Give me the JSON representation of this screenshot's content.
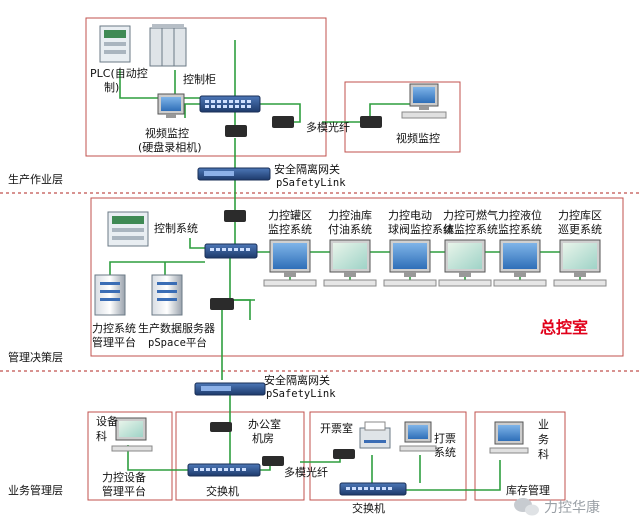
{
  "layers": {
    "production": "生产作业层",
    "management": "管理决策层",
    "business": "业务管理层"
  },
  "production": {
    "plc_line1": "PLC(自动控",
    "plc_line2": "制)",
    "control_cabinet": "控制柜",
    "video_monitor_line1": "视频监控",
    "video_monitor_line2": "(硬盘录相机)",
    "fiber": "多模光纤",
    "remote_video": "视频监控"
  },
  "gateway_top": {
    "line1": "安全隔离网关",
    "line2": "pSafetyLink"
  },
  "management": {
    "control_system": "控制系统",
    "server1_line1": "力控系统",
    "server1_line2": "管理平台",
    "server2_line1": "生产数据服务器",
    "server2_line2": "pSpace平台",
    "control_room": "总控室",
    "monitors": [
      {
        "line1": "力控罐区",
        "line2": "监控系统"
      },
      {
        "line1": "力控油库",
        "line2": "付油系统"
      },
      {
        "line1": "力控电动",
        "line2": "球阀监控系统"
      },
      {
        "line1": "力控可燃气",
        "line2": "体监控系统"
      },
      {
        "line1": "力控液位",
        "line2": "监控系统"
      },
      {
        "line1": "力控库区",
        "line2": "巡更系统"
      }
    ]
  },
  "gateway_bottom": {
    "line1": "安全隔离网关",
    "line2": "pSafetyLink"
  },
  "business": {
    "equipment_dept_line1": "设备",
    "equipment_dept_line2": "科",
    "equipment_platform_line1": "力控设备",
    "equipment_platform_line2": "管理平台",
    "switch1": "交换机",
    "office_line1": "办公室",
    "office_line2": "机房",
    "fiber": "多模光纤",
    "ticket_room": "开票室",
    "ticket_system_line1": "打票",
    "ticket_system_line2": "系统",
    "switch2": "交换机",
    "business_dept_line1": "业",
    "business_dept_line2": "务",
    "business_dept_line3": "科",
    "inventory": "库存管理"
  },
  "watermark": "力控华康",
  "colors": {
    "dashed_divider": "#c0504d",
    "box_border": "#c0504d",
    "link_green": "#2e9e3f",
    "switch_blue": "#2a4e8c",
    "highlight_red": "#e1001a"
  }
}
